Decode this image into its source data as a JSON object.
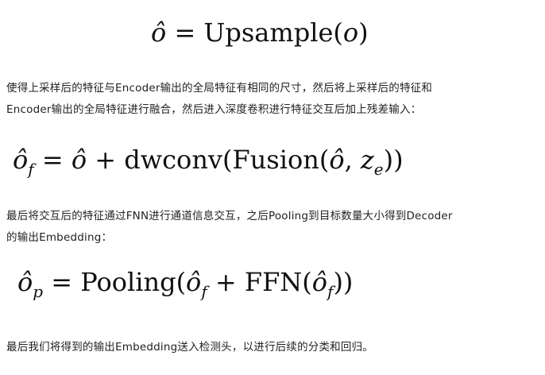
{
  "eq1": {
    "lhs": "ô",
    "rel": " = ",
    "fn": "Upsample(",
    "arg": "o",
    "close": ")"
  },
  "p1": [
    "使得上采样后的特征与Encoder输出的全局特征有相同的尺寸，然后将上采样后的特征和",
    "Encoder输出的全局特征进行融合，然后进入深度卷积进行特征交互后加上残差输入："
  ],
  "eq2": {
    "lhs": "ô",
    "sub": "f",
    "rel": " = ",
    "a": "ô",
    "plus": " + ",
    "fn": "dwconv(Fusion(",
    "b": "ô",
    "comma": ", ",
    "c": "z",
    "csub": "e",
    "close": "))"
  },
  "p2": [
    "最后将交互后的特征通过FNN进行通道信息交互，之后Pooling到目标数量大小得到Decoder",
    "的输出Embedding："
  ],
  "eq3": {
    "lhs": "ô",
    "sub": "p",
    "rel": " = ",
    "fn": "Pooling(",
    "a": "ô",
    "asub": "f",
    "plus": " + ",
    "fn2": "FFN(",
    "b": "ô",
    "bsub": "f",
    "close": "))"
  },
  "p3": [
    "最后我们将得到的输出Embedding送入检测头，以进行后续的分类和回归。"
  ]
}
